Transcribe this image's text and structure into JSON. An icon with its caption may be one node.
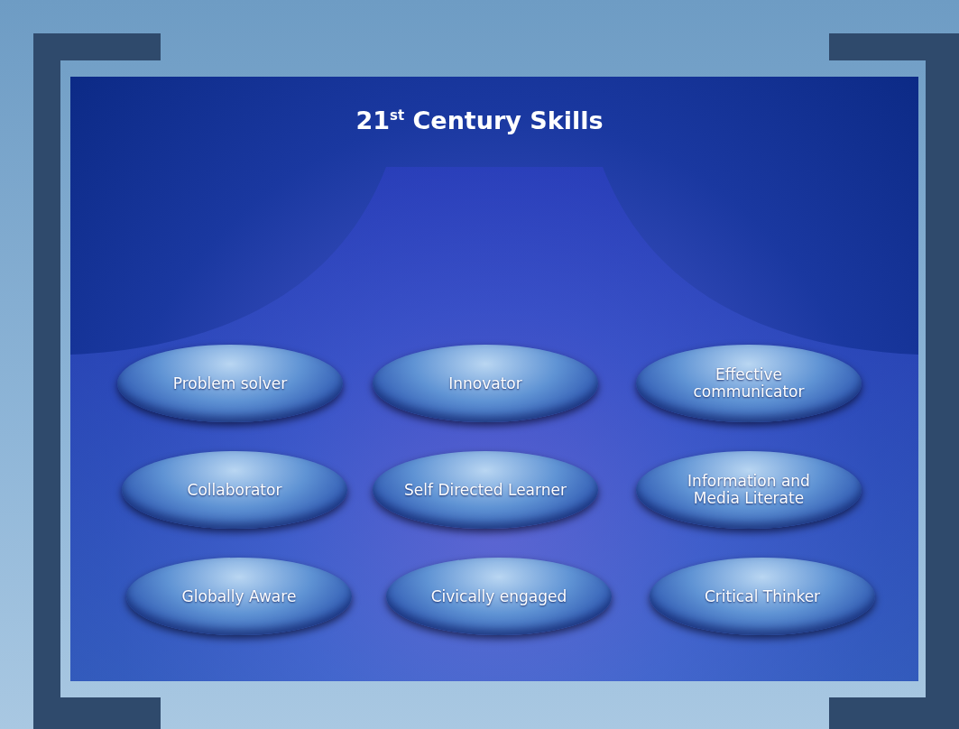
{
  "diagram": {
    "title": "21$^{st}$ Century Skills",
    "nodes": [
      {
        "text": [
          "Problem solver"
        ]
      },
      {
        "text": [
          "Innovator"
        ]
      },
      {
        "text": [
          "Effective communicator"
        ]
      },
      {
        "text": [
          "Collaborator"
        ]
      },
      {
        "text": [
          "Self Directed Learner"
        ]
      },
      {
        "text": [
          "Information and Media Literate"
        ]
      },
      {
        "text": [
          "Globally Aware"
        ]
      },
      {
        "text": [
          "Civically engaged"
        ]
      },
      {
        "text": [
          "Critical Thinker"
        ]
      }
    ]
  }
}
